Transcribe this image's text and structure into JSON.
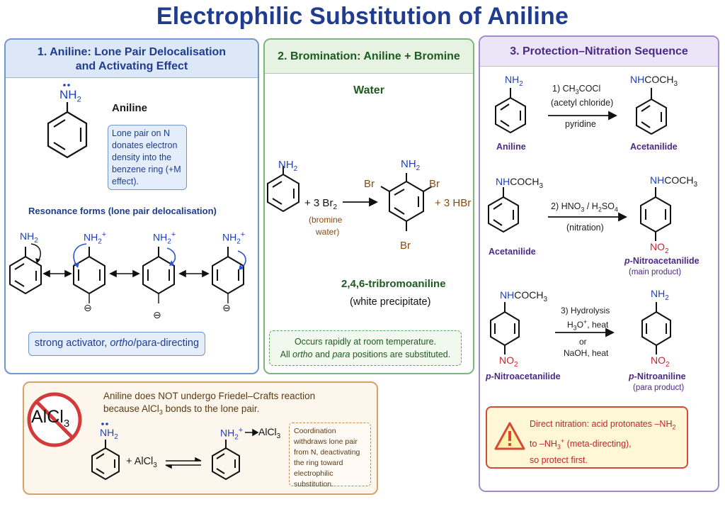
{
  "title": "Electrophilic Substitution of Aniline",
  "panel1": {
    "heading_line1": "1. Aniline: Lone Pair Delocalisation",
    "heading_line2": "and Activating Effect",
    "aniline_label": "Aniline",
    "nh2": "NH",
    "nh2_sub": "2",
    "lone_pair_note": "Lone pair on N donates electron density into the benzene ring (+M effect).",
    "resonance_title": "Resonance forms (lone pair delocalisation)",
    "plus": "+",
    "minus": "⊖",
    "strong_prefix": "strong activator, ",
    "strong_ortho": "ortho",
    "strong_suffix": "/para-directing"
  },
  "panel2": {
    "heading": "2. Bromination: Aniline + Bromine Water",
    "reagent": "+ 3 Br",
    "reagent_sub": "2",
    "reagent_note_line1": "(bromine",
    "reagent_note_line2": "water)",
    "br": "Br",
    "byproduct": "+ 3 HBr",
    "product_name": "2,4,6-tribromoaniline",
    "product_note": "(white precipitate)",
    "note_line1": "Occurs rapidly at room temperature.",
    "note_line2_prefix": "All ",
    "note_ortho": "ortho",
    "note_and": " and ",
    "note_para": "para",
    "note_line2_suffix": " positions are substituted."
  },
  "panel3": {
    "heading": "3. Protection–Nitration Sequence",
    "nhcoch": "NHCOCH",
    "sub3": "3",
    "no": "NO",
    "sub2": "2",
    "step1_line1": "1)  CH",
    "step1_line1b": "COCl",
    "step1_line2": "(acetyl chloride)",
    "step1_line3": "pyridine",
    "aniline": "Aniline",
    "acetanilide": "Acetanilide",
    "step2_line1": "2)  HNO",
    "step2_line1b": " / H",
    "step2_line1c": "SO",
    "step2_line2": "(nitration)",
    "p_prefix": "p-",
    "nitroacetanilide": "Nitroacetanilide",
    "main_product": "(main product)",
    "step3_line1": "3) Hydrolysis",
    "step3_line2": "H",
    "step3_line2b": "O",
    "step3_line2c": ", heat",
    "step3_line3": "or",
    "step3_line4": "NaOH, heat",
    "nitroaniline": "Nitroaniline",
    "para_product": "(para product)",
    "warn_line1": "Direct nitration: acid protonates –NH",
    "warn_line2a": "to –NH",
    "warn_line2b": " (meta-directing),",
    "warn_line3": "so protect first."
  },
  "panel4": {
    "alcl_sign": "AlCl",
    "alcl_sub": "3",
    "line1": "Aniline does NOT undergo Friedel–Crafts reaction",
    "line2a": "because AlCl",
    "line2b": " bonds to the lone pair.",
    "reagent": "+ AlCl",
    "reagent_sub": "3",
    "adduct_reagent": "AlCl",
    "coord_note": "Coordination withdraws lone pair from N, deactivating the ring toward electrophilic substitution."
  },
  "colors": {
    "title": "#1f3c8f",
    "blue_panel": "#6f97cf",
    "green_panel": "#7cb77a",
    "purple_panel": "#a58ad0",
    "orange_panel": "#d6a26b",
    "nitrogen": "#1f3fb8",
    "bromine": "#8a4a0c",
    "nitro": "#c0262b",
    "arrow_blue": "#2a56c6",
    "warning": "#d34a3a"
  }
}
